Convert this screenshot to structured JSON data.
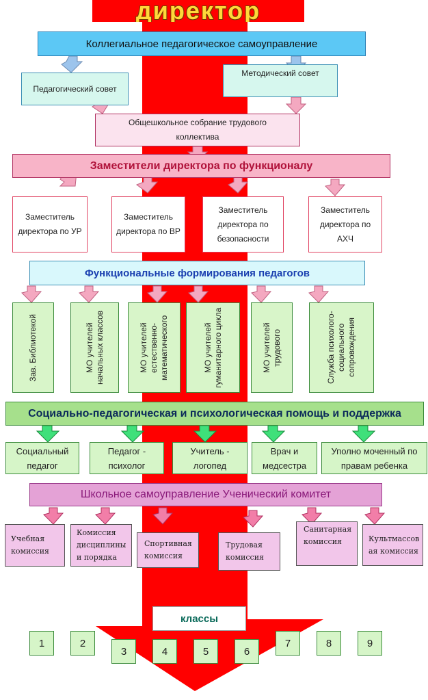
{
  "header": {
    "title": "директор"
  },
  "collegial": {
    "title": "Коллегиальное педагогическое самоуправление",
    "ped_council": "Педагогический совет",
    "method_council": "Методический совет",
    "general_meeting": "Общешкольное собрание трудового коллектива"
  },
  "deputies": {
    "title": "Заместители директора по функционалу",
    "items": [
      "Заместитель директора по УР",
      "Заместитель директора по ВР",
      "Заместитель директора  по безопасности",
      "Заместитель директора по АХЧ"
    ]
  },
  "functional": {
    "title": "Функциональные формирования педагогов",
    "items": [
      "Зав. Библиотекой",
      "МО учителей начальных классов",
      "МО учителей естественно-математического",
      "МО учителей гуманитарного цикла",
      "МО учителей трудового",
      "Служба психолого-социального сопровождения"
    ]
  },
  "social": {
    "title": "Социально-педагогическая и психологическая помощь и поддержка",
    "items": [
      "Социальный педагог",
      "Педагог - психолог",
      "Учитель - логопед",
      "Врач и медсестра",
      "Уполно моченный по правам ребенка"
    ]
  },
  "student": {
    "title": "Школьное самоуправление Ученический  комитет",
    "items": [
      "Учебная комиссия",
      "Комиссия дисциплины и порядка",
      "Спортивная комиссия",
      "Трудовая комиссия",
      "Санитарная комиссия",
      "Культмассов ая комиссия"
    ]
  },
  "classes": {
    "title": "классы",
    "numbers": [
      "1",
      "2",
      "3",
      "4",
      "5",
      "6",
      "7",
      "8",
      "9"
    ]
  },
  "colors": {
    "main_arrow": "#ff0000",
    "blue": "#5cc8f5",
    "pink": "#f8b4c8",
    "green": "#a6e08c",
    "violet": "#e4a2d6"
  }
}
